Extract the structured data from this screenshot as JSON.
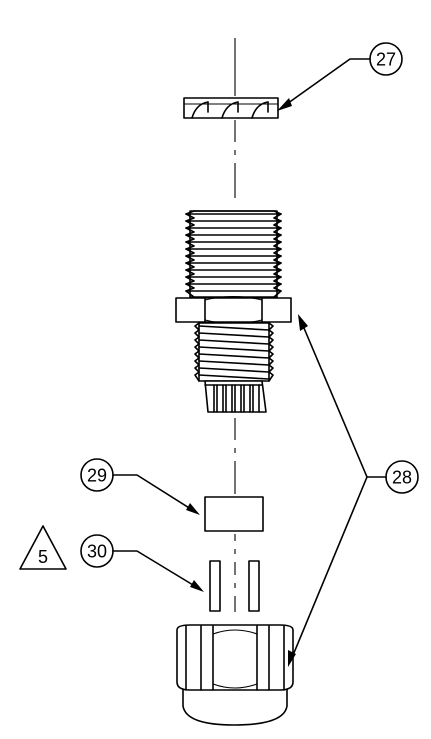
{
  "diagram": {
    "callouts": {
      "c27": "27",
      "c28": "28",
      "c29": "29",
      "c30": "30"
    },
    "note_triangle": "5"
  }
}
